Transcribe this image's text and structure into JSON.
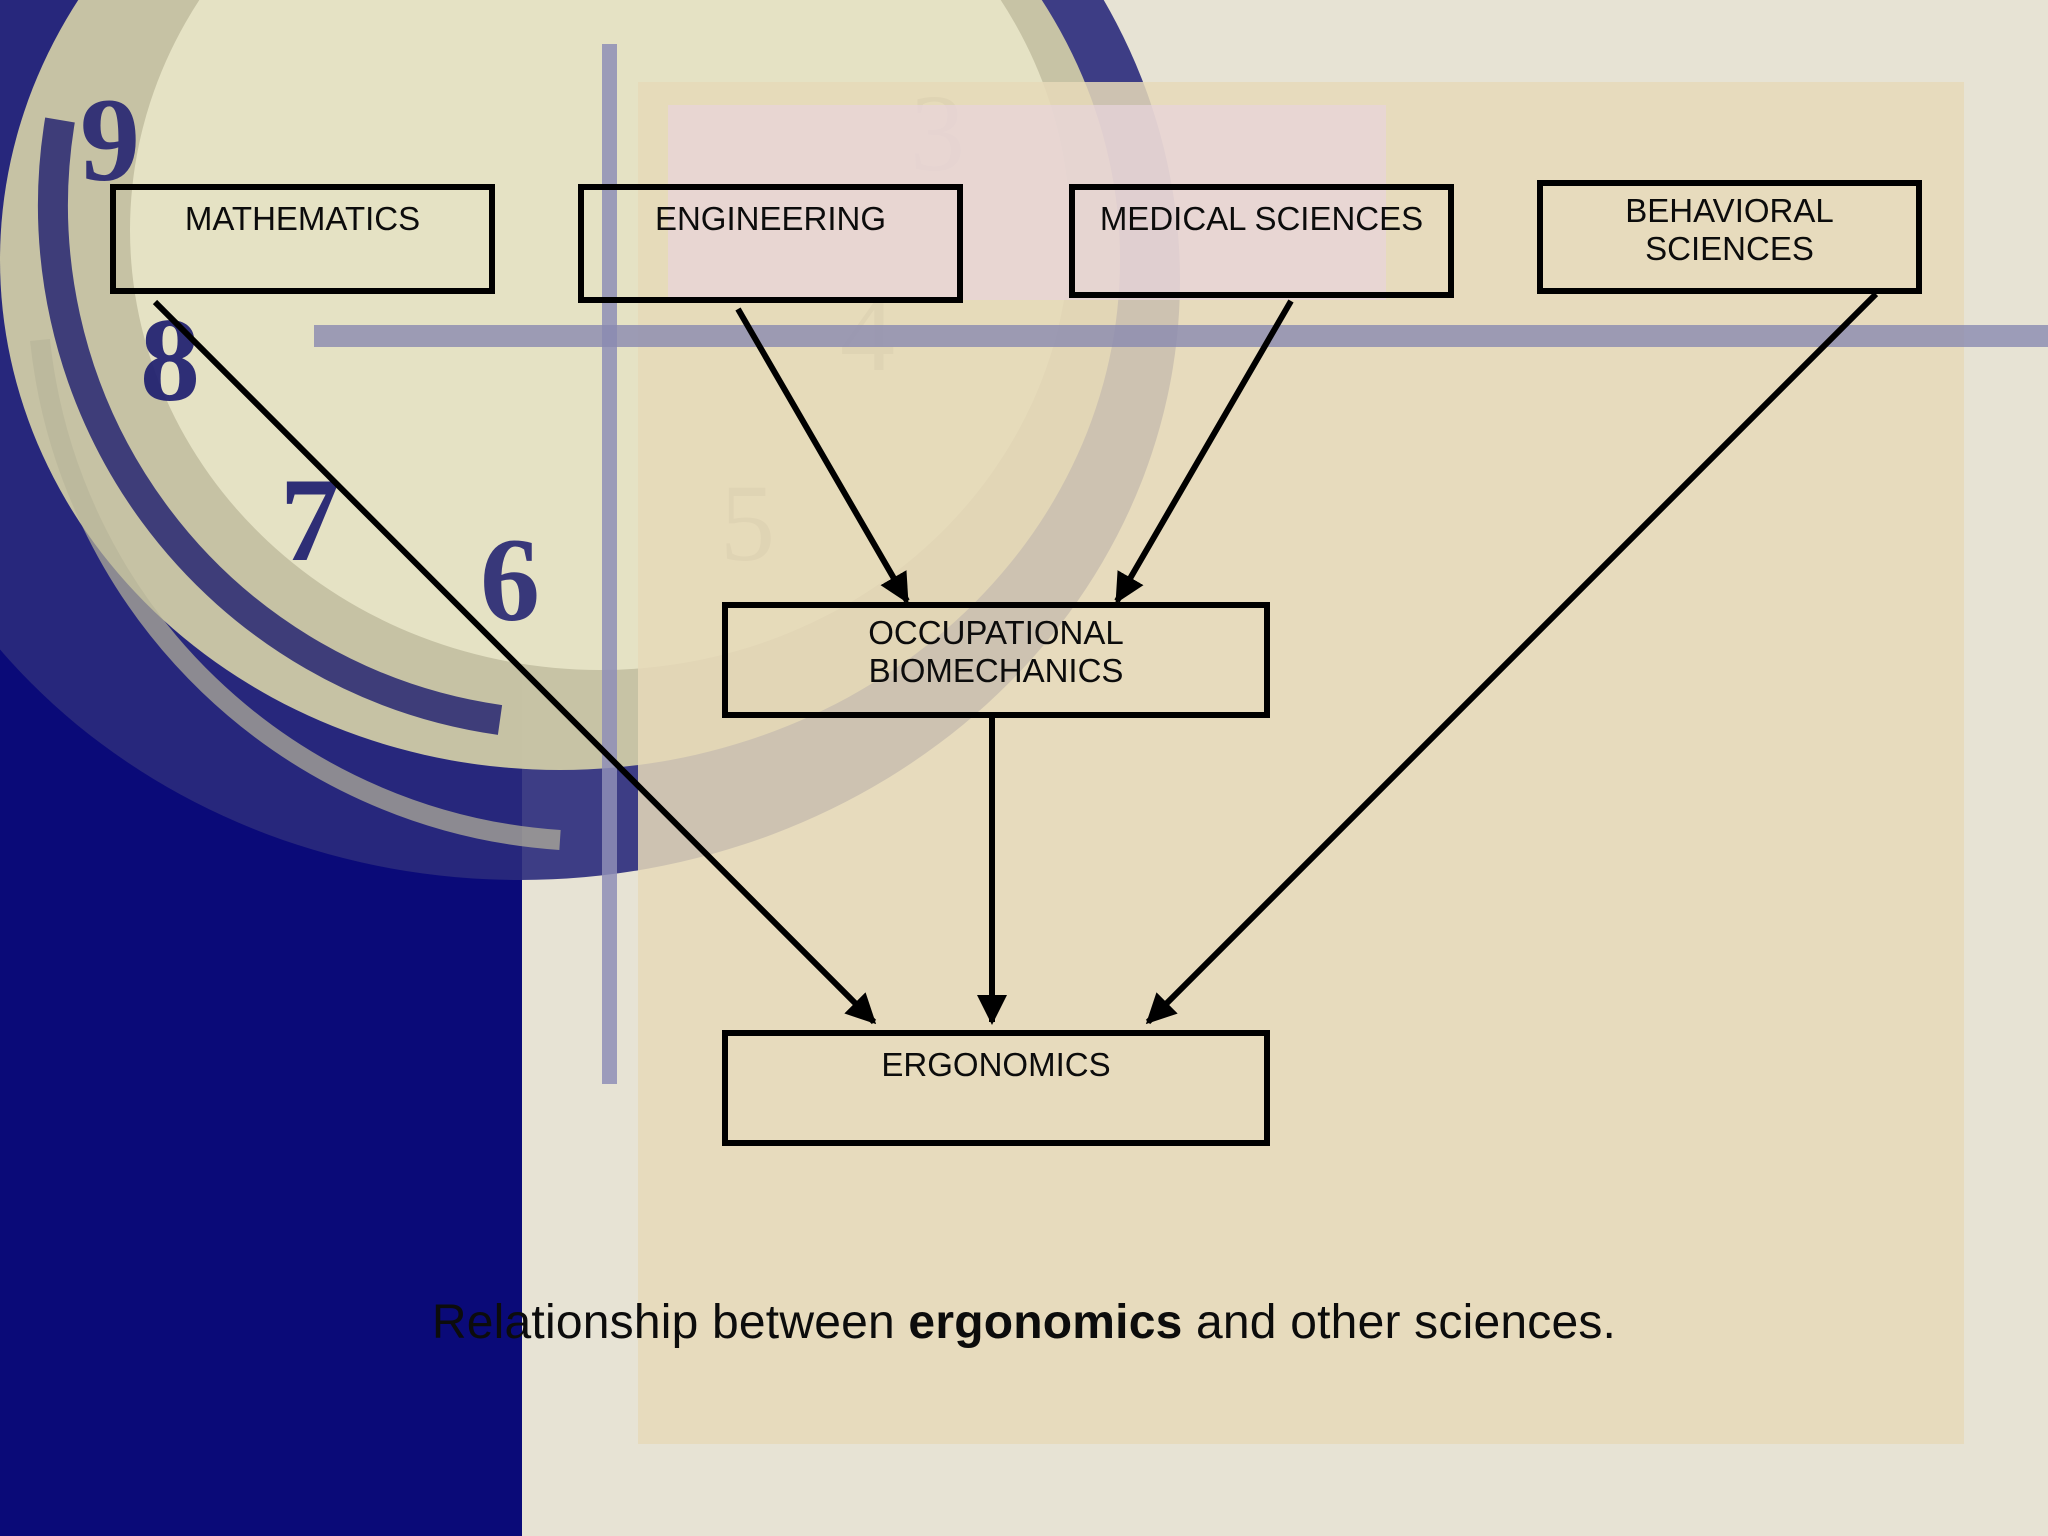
{
  "diagram": {
    "nodes": {
      "mathematics": "MATHEMATICS",
      "engineering": "ENGINEERING",
      "medical_sciences": "MEDICAL SCIENCES",
      "behavioral_sciences_line1": "BEHAVIORAL",
      "behavioral_sciences_line2": "SCIENCES",
      "occupational_biomechanics_line1": "OCCUPATIONAL",
      "occupational_biomechanics_line2": "BIOMECHANICS",
      "ergonomics": "ERGONOMICS"
    },
    "edges": [
      {
        "from": "MATHEMATICS",
        "to": "ERGONOMICS"
      },
      {
        "from": "ENGINEERING",
        "to": "OCCUPATIONAL BIOMECHANICS"
      },
      {
        "from": "MEDICAL SCIENCES",
        "to": "OCCUPATIONAL BIOMECHANICS"
      },
      {
        "from": "OCCUPATIONAL BIOMECHANICS",
        "to": "ERGONOMICS"
      },
      {
        "from": "BEHAVIORAL SCIENCES",
        "to": "ERGONOMICS"
      }
    ]
  },
  "caption": {
    "prefix": "Relationship between ",
    "bold": "ergonomics",
    "suffix": " and other sciences."
  },
  "colors": {
    "navy": "#0a0a78",
    "panel": "#e6d9b8",
    "text": "#0c0c0c"
  }
}
